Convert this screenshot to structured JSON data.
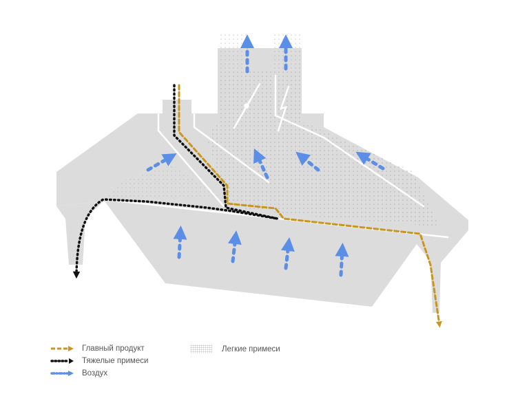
{
  "colors": {
    "main_product": "#c8961e",
    "heavy_impurities": "#111111",
    "air": "#5b8ee6",
    "body": "#dcdcdc",
    "light_impurities": "#a8a8a8"
  },
  "legend": {
    "main_product": "Главный продукт",
    "heavy_impurities": "Тяжелые примеси",
    "air": "Воздух",
    "light_impurities": "Легкие примеси"
  }
}
